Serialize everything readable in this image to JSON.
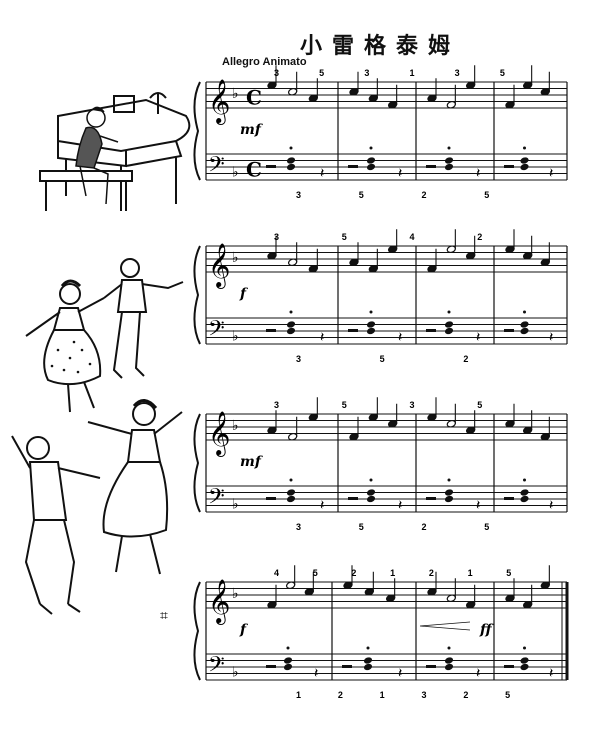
{
  "title": "小雷格泰姆",
  "tempo": "Allegro Animato",
  "time_signature": "C",
  "key_signature": "flat",
  "systems": [
    {
      "dynamic": "mf",
      "fingerings_treble": [
        "3",
        "5",
        "3",
        "1",
        "3",
        "5"
      ],
      "fingerings_bass": [
        "3",
        "5",
        "2",
        "5"
      ]
    },
    {
      "dynamic": "f",
      "fingerings_treble": [
        "3",
        "5",
        "4",
        "2"
      ],
      "fingerings_bass": [
        "3",
        "5",
        "2"
      ]
    },
    {
      "dynamic": "mf",
      "fingerings_treble": [
        "3",
        "5",
        "3",
        "5"
      ],
      "fingerings_bass": [
        "3",
        "5",
        "2",
        "5"
      ]
    },
    {
      "dynamic": "f",
      "dynamic2": "ff",
      "fingerings_treble": [
        "4",
        "5",
        "2",
        "1",
        "2",
        "1",
        "5"
      ],
      "fingerings_bass": [
        "1",
        "2",
        "1",
        "3",
        "2",
        "5"
      ]
    }
  ],
  "side_mark": "⌗"
}
